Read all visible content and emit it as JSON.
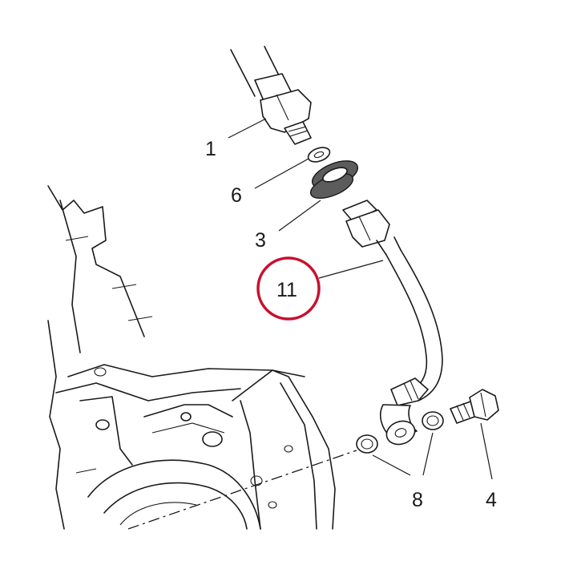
{
  "callouts": {
    "c1": "1",
    "c6": "6",
    "c3": "3",
    "c11": "11",
    "c8": "8",
    "c4": "4"
  },
  "highlight": {
    "target": "11",
    "color": "#c8102e"
  }
}
